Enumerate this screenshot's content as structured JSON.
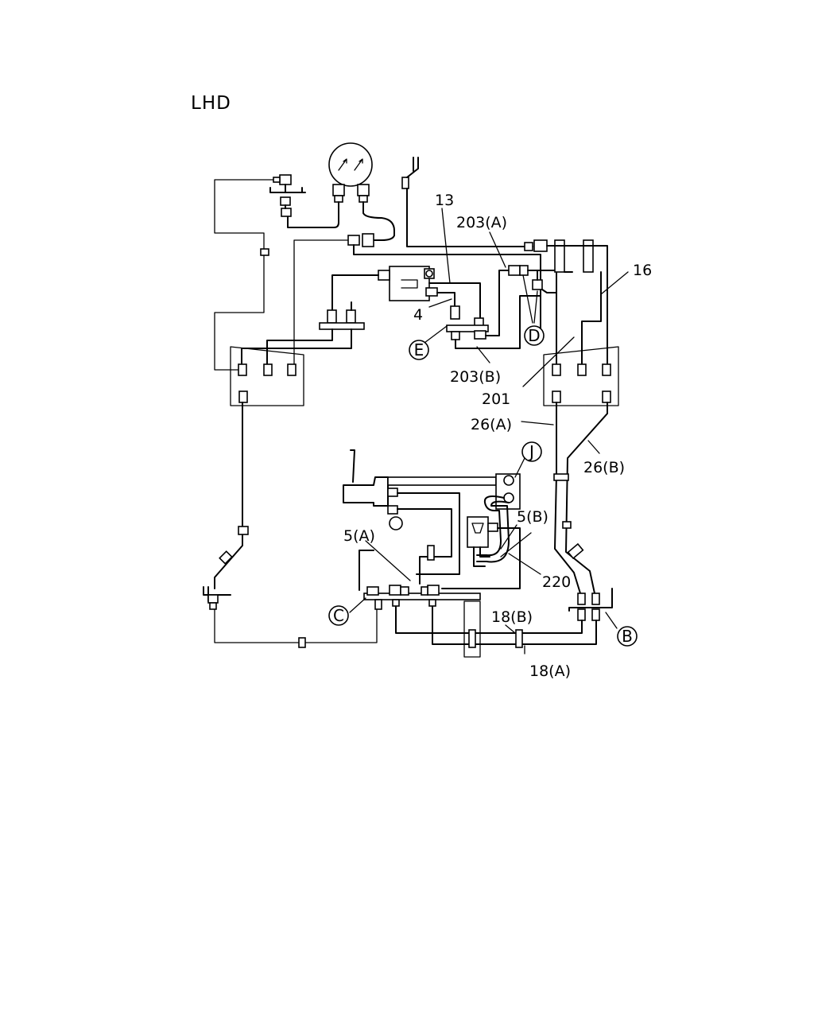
{
  "title": "LHD",
  "labels": {
    "l13": "13",
    "l203a": "203(A)",
    "l16": "16",
    "l4": "4",
    "l203b": "203(B)",
    "l201": "201",
    "l26a": "26(A)",
    "l26b": "26(B)",
    "l5b": "5(B)",
    "l5a": "5(A)",
    "l220": "220",
    "l18b": "18(B)",
    "l18a": "18(A)"
  },
  "callouts": {
    "D": "D",
    "E": "E",
    "J": "J",
    "C": "C",
    "B": "B"
  }
}
